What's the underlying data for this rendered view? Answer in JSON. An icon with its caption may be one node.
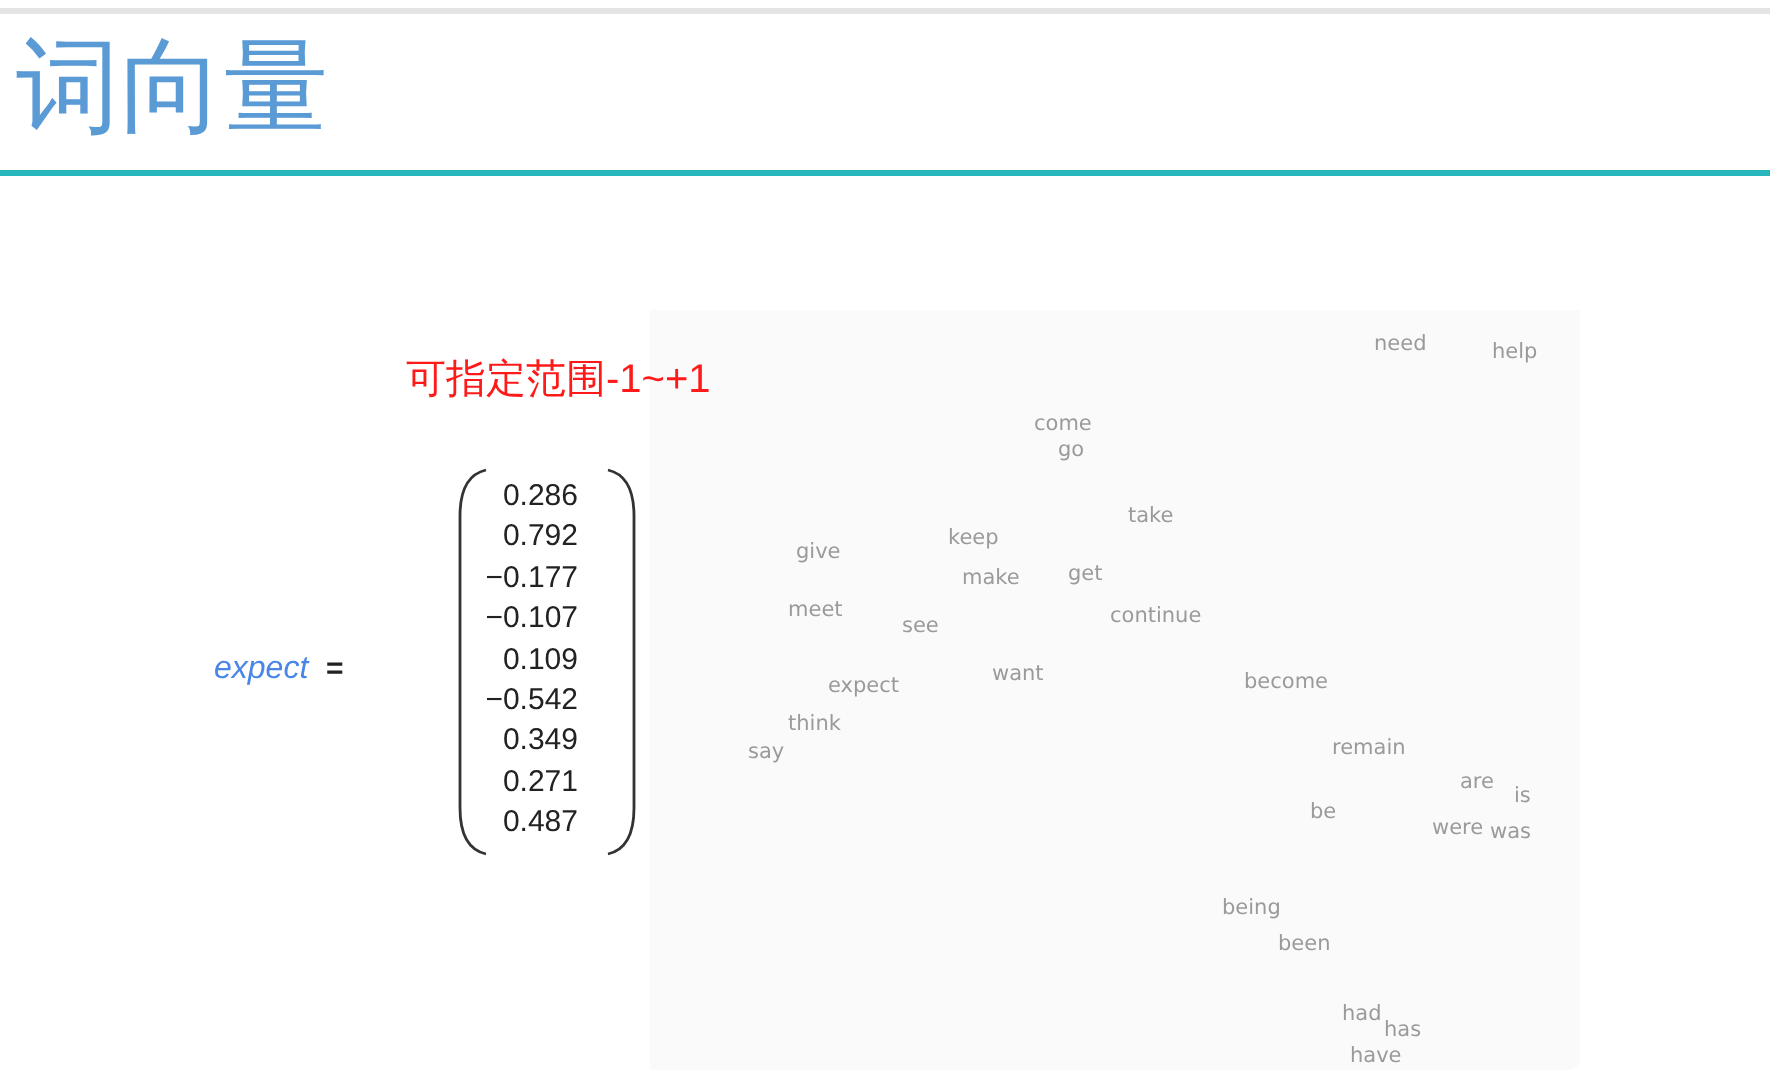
{
  "diagram": {
    "title": "词向量",
    "labels": [
      "可指定范围-1~+1",
      "expect",
      "=",
      "0.286",
      "0.792",
      "−0.177",
      "−0.107",
      "0.109",
      "−0.542",
      "0.349",
      "0.271",
      "0.487",
      "need",
      "help",
      "come",
      "go",
      "take",
      "give",
      "keep",
      "make",
      "get",
      "meet",
      "see",
      "continue",
      "expect",
      "want",
      "become",
      "think",
      "say",
      "remain",
      "are",
      "is",
      "be",
      "were",
      "was",
      "being",
      "been",
      "had",
      "has",
      "have"
    ]
  }
}
